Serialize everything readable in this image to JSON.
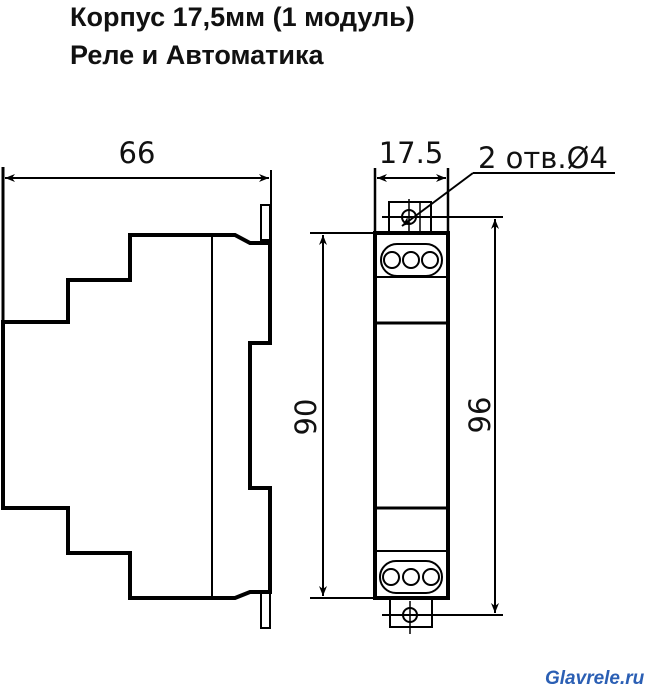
{
  "title": {
    "line1": "Корпус 17,5мм (1 модуль)",
    "line2": "Реле и Автоматика"
  },
  "dimensions": {
    "depth": "66",
    "width": "17.5",
    "holes": "2 отв.Ø4",
    "body_height": "90",
    "total_height": "96"
  },
  "watermark": "Glavrele.ru"
}
